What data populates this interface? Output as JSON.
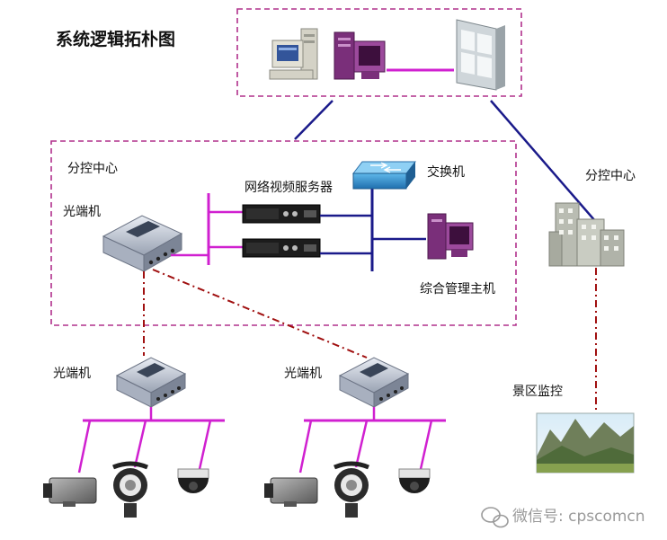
{
  "title": "系统逻辑拓朴图",
  "labels": {
    "sub_center_left": "分控中心",
    "optical_center": "光端机",
    "video_server": "网络视频服务器",
    "switch": "交换机",
    "mgmt_host": "综合管理主机",
    "sub_center_right": "分控中心",
    "optical_left": "光端机",
    "optical_right": "光端机",
    "scenic_monitor": "景区监控"
  },
  "watermark": {
    "text": "微信号: cpscomcn",
    "icon": "wechat-icon"
  },
  "colors": {
    "dashed_box": "#b0308c",
    "magenta_line": "#d020d0",
    "navy_line": "#1a1a8a",
    "fiber_line": "#a01010"
  }
}
